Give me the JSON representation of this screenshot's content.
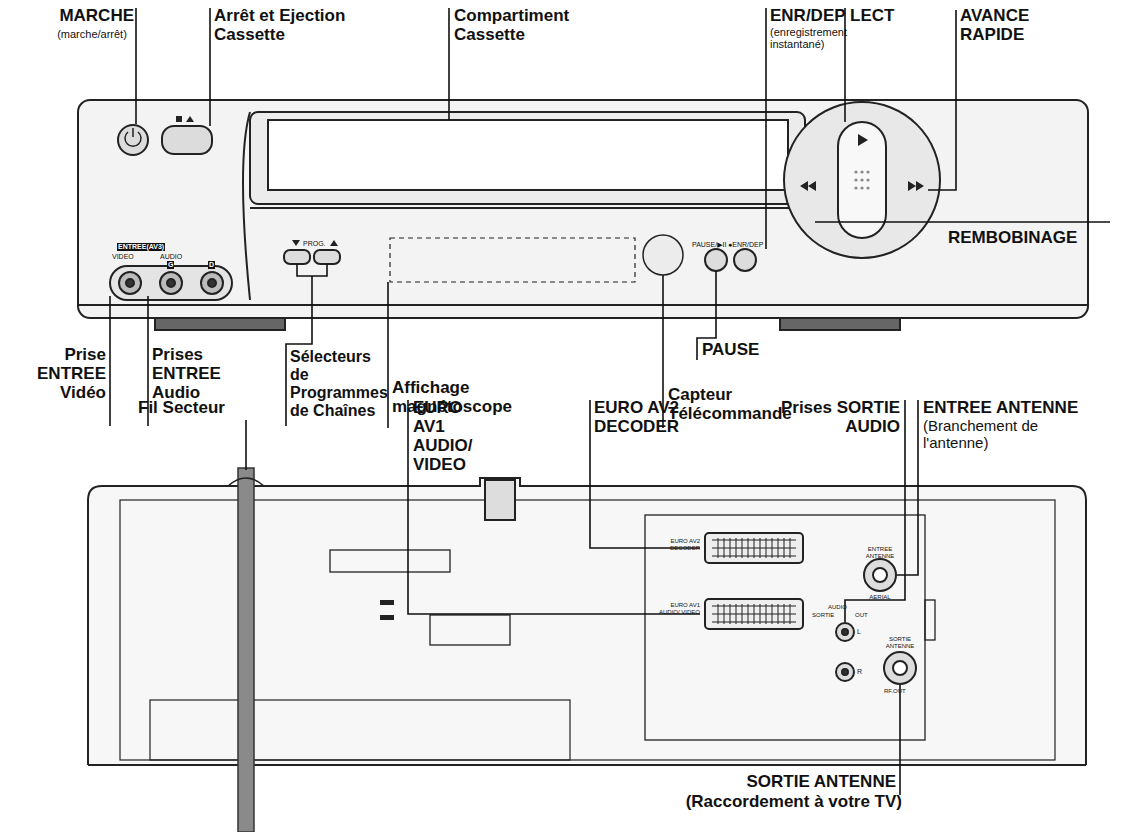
{
  "diagram": {
    "labels": [
      "MARCHE",
      "(marche/arrêt)",
      "Arrêt et Ejection Cassette",
      "Compartiment Cassette",
      "ENR/DEP",
      "(enregistrement instantané)",
      "LECT",
      "AVANCE RAPIDE",
      "REMBOBINAGE",
      "ENTREE(AV3)",
      "VIDEO",
      "AUDIO",
      "G",
      "D",
      "PROG.",
      "PAUSE/▶II",
      "●ENR/DEP",
      "Prise ENTREE Vidéo",
      "Prises ENTREE Audio",
      "Sélecteurs de Programmes de Chaînes",
      "Affichage magnétoscope",
      "PAUSE",
      "Capteur Télécommande",
      "Fil Secteur",
      "EURO AV1 AUDIO/ VIDEO",
      "EURO AV2 DECODER",
      "Prises SORTIE AUDIO",
      "ENTREE ANTENNE",
      "(Branchement de l'antenne)",
      "EURO AV2 DECODER",
      "EURO AV1 AUDIO/ VIDEO",
      "ENTREE ANTENNE",
      "AERIAL",
      "AUDIO",
      "SORTIE",
      "OUT",
      "L",
      "R",
      "SORTIE ANTENNE",
      "RF.OUT",
      "SORTIE ANTENNE",
      "(Raccordement à votre TV)"
    ]
  }
}
